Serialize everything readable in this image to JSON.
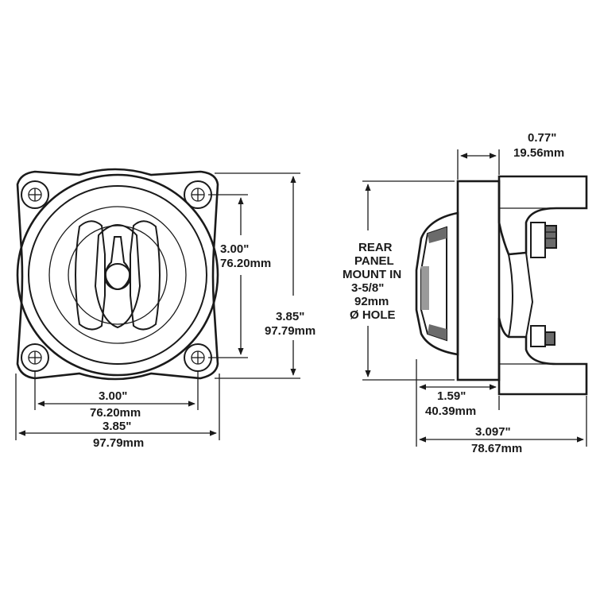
{
  "front_view": {
    "hole_spacing_vertical": {
      "inch": "3.00\"",
      "mm": "76.20mm"
    },
    "overall_height": {
      "inch": "3.85\"",
      "mm": "97.79mm"
    },
    "hole_spacing_horizontal": {
      "inch": "3.00\"",
      "mm": "76.20mm"
    },
    "overall_width": {
      "inch": "3.85\"",
      "mm": "97.79mm"
    }
  },
  "side_view": {
    "stud_projection": {
      "inch": "0.77\"",
      "mm": "19.56mm"
    },
    "rear_panel_note": [
      "REAR",
      "PANEL",
      "MOUNT IN",
      "3-5/8\"",
      "92mm",
      "Ø HOLE"
    ],
    "body_depth": {
      "inch": "1.59\"",
      "mm": "40.39mm"
    },
    "overall_depth": {
      "inch": "3.097\"",
      "mm": "78.67mm"
    }
  },
  "colors": {
    "line": "#1a1a1a",
    "fill_dark": "#6b6b6b",
    "fill_light": "#9a9a9a"
  }
}
